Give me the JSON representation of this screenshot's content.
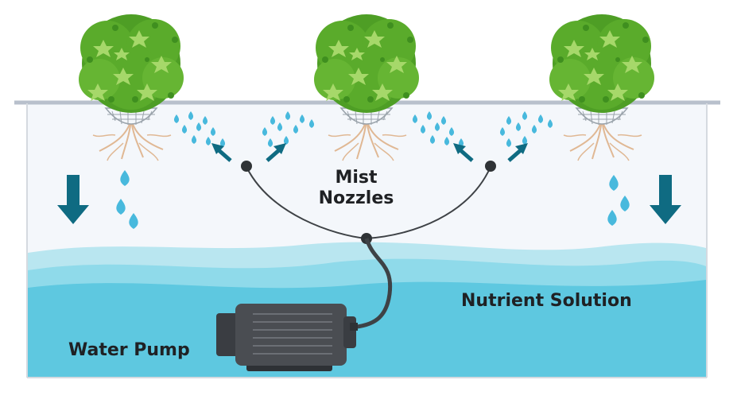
{
  "labels": {
    "mist_line1": "Mist",
    "mist_line2": "Nozzles",
    "nutrient_solution": "Nutrient Solution",
    "water_pump": "Water Pump"
  },
  "colors": {
    "tank_outline": "#b8c0cc",
    "tank_air": "#f4f7fb",
    "water_light": "#b9e6f0",
    "water_mid": "#7fd3e4",
    "water_main": "#5ec8e0",
    "arrow": "#0f6b82",
    "droplet": "#48b9dd",
    "leaf_dark": "#3f8f1f",
    "leaf_light": "#a6d86a",
    "root": "#e0b894",
    "pipe": "#3e4246",
    "pump_body": "#4a4d52"
  },
  "icons": [
    "plant-icon",
    "root-basket-icon",
    "mist-droplet-icon",
    "flow-arrow-icon",
    "water-drop-icon",
    "water-pump-icon"
  ]
}
